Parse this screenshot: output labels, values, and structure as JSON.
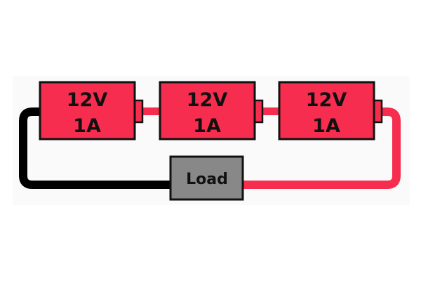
{
  "colors": {
    "battery": "#f62d4e",
    "load": "#888888",
    "negative_wire": "#000000",
    "positive_wire": "#f62d4e",
    "outline": "#111111"
  },
  "batteries": [
    {
      "voltage": "12V",
      "current": "1A"
    },
    {
      "voltage": "12V",
      "current": "1A"
    },
    {
      "voltage": "12V",
      "current": "1A"
    }
  ],
  "load": {
    "label": "Load"
  }
}
